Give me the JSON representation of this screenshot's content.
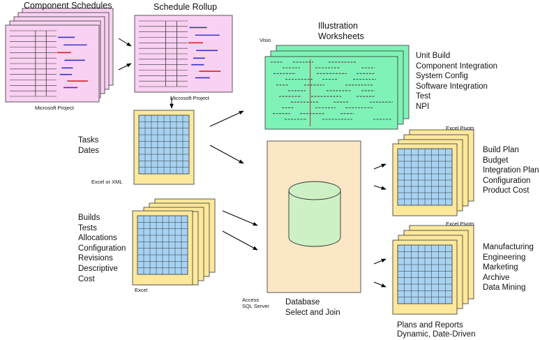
{
  "labels": {
    "component_schedules": "Component Schedules",
    "schedule_rollup": "Schedule Rollup",
    "illustration": "Illustration",
    "worksheets": "Worksheets",
    "visio": "Visio",
    "microsoft_project_1": "Microsoft Project",
    "microsoft_project_2": "Microsoft Project",
    "excel_or_xml": "Excel or XML",
    "excel": "Excel",
    "excel_pivots_1": "Excel Pivots",
    "excel_pivots_2": "Excel Pivots",
    "access": "Access",
    "sql_server": "SQL Server",
    "database": "Database",
    "select_and_join": "Select and Join",
    "plans_and_reports": "Plans and Reports",
    "dynamic_date_driven": "Dynamic, Date-Driven"
  },
  "lists": {
    "worksheet_topics": [
      "Unit Build",
      "Component Integration",
      "System Config",
      "Software Integration",
      "Test",
      "NPI"
    ],
    "tasks_dates": [
      "Tasks",
      "Dates"
    ],
    "inputs": [
      "Builds",
      "Tests",
      "Allocations",
      "Configuration",
      "Revisions",
      "Descriptive",
      "Cost"
    ],
    "pivot_plans": [
      "Build Plan",
      "Budget",
      "Integration Plan",
      "Configuration",
      "Product Cost"
    ],
    "report_uses": [
      "Manufacturing",
      "Engineering",
      "Marketing",
      "Archive",
      "Data Mining"
    ]
  },
  "colors": {
    "schedule_fill": "#f9d1f2",
    "worksheet_fill": "#7ff2b8",
    "sheet_frame_fill": "#fde89c",
    "grid_fill": "#a7d2f2",
    "database_panel_fill": "#fbe7c6",
    "cylinder_fill": "#cdf1c4",
    "gantt_blue": "#3434c8",
    "gantt_red": "#d82020"
  }
}
